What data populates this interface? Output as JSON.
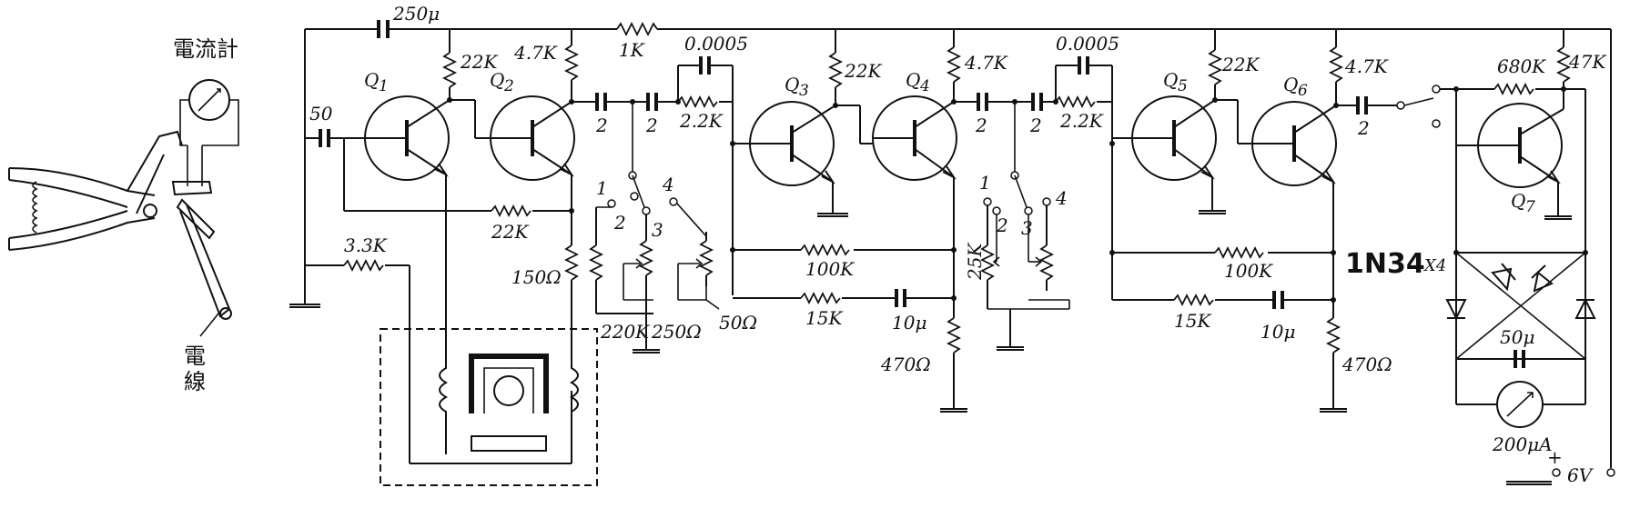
{
  "labels": {
    "ammeter": "電流計",
    "wire_1": "電",
    "wire_2": "線",
    "c_250u": "250μ",
    "c_50": "50",
    "r_3_3k": "3.3K",
    "r_22k_a": "22K",
    "r_4_7k_a": "4.7K",
    "r_1k": "1K",
    "c_0005_a": "0.0005",
    "c_2_a": "2",
    "c_2_b": "2",
    "r_2_2k_a": "2.2K",
    "r_22k_fb": "22K",
    "r_150": "150Ω",
    "r_220k": "220K",
    "r_250": "250Ω",
    "r_50": "50Ω",
    "q1": "Q",
    "q1_sub": "1",
    "q2": "Q",
    "q2_sub": "2",
    "q3": "Q",
    "q3_sub": "3",
    "q4": "Q",
    "q4_sub": "4",
    "q5": "Q",
    "q5_sub": "5",
    "q6": "Q",
    "q6_sub": "6",
    "q7": "Q",
    "q7_sub": "7",
    "r_22k_b": "22K",
    "r_4_7k_b": "4.7K",
    "c_0005_b": "0.0005",
    "c_2_c": "2",
    "c_2_d": "2",
    "r_2_2k_b": "2.2K",
    "r_100k_a": "100K",
    "r_15k_a": "15K",
    "c_10u_a": "10μ",
    "r_470_a": "470Ω",
    "r_25k": "25K",
    "r_22k_c": "22K",
    "r_4_7k_c": "4.7K",
    "c_2_e": "2",
    "r_100k_b": "100K",
    "r_15k_b": "15K",
    "c_10u_b": "10μ",
    "r_470_b": "470Ω",
    "r_680k": "680K",
    "r_47k": "47K",
    "diode": "1N34",
    "diode_count": "X4",
    "c_50u": "50μ",
    "meter_200u": "200μA",
    "supply": "6V",
    "plus": "+",
    "sw1_1": "1",
    "sw1_2": "2",
    "sw1_3": "3",
    "sw1_4": "4",
    "sw2_1": "1",
    "sw2_2": "2",
    "sw2_3": "3",
    "sw2_4": "4"
  }
}
